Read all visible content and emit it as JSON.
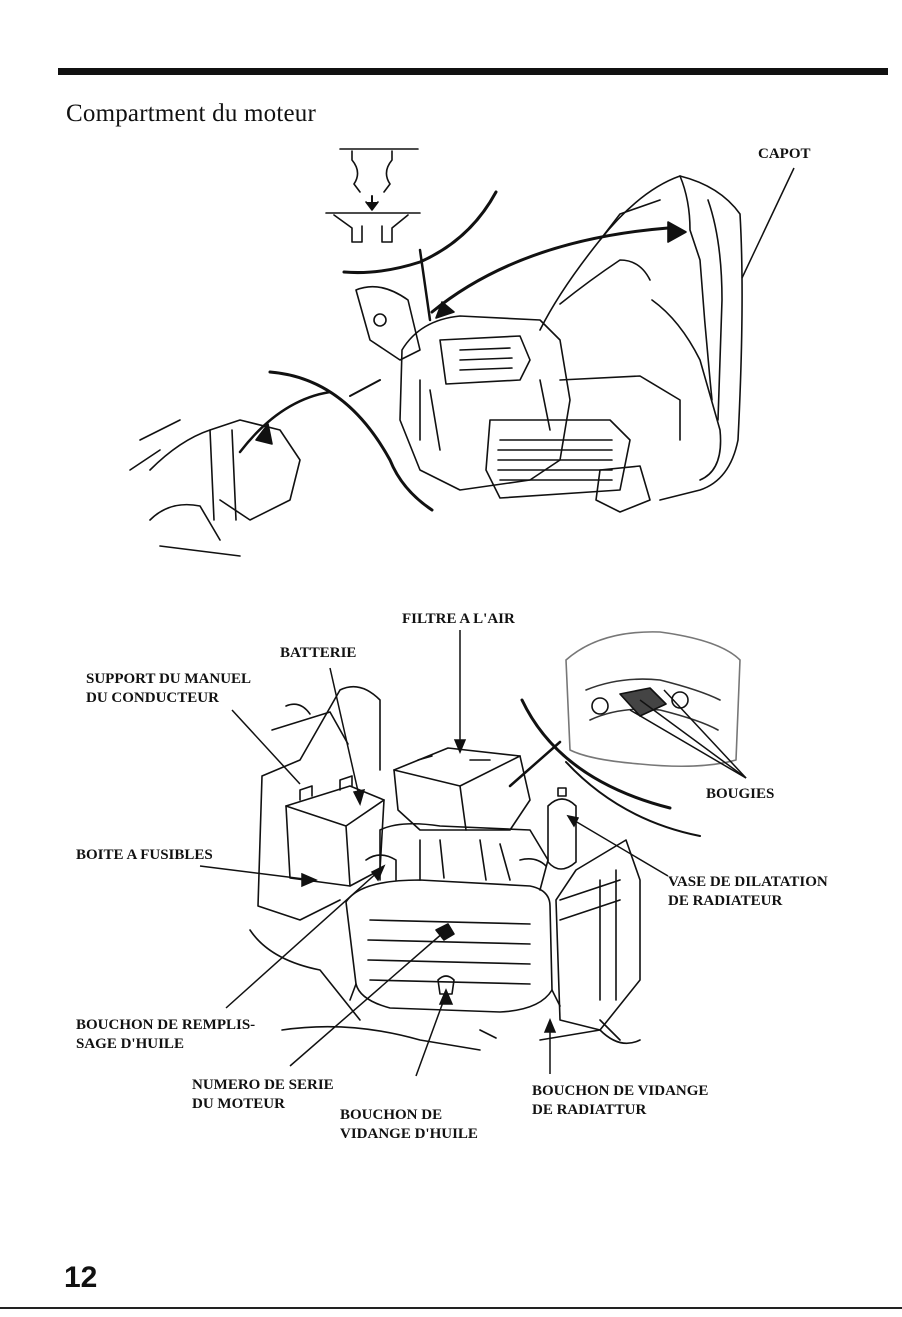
{
  "page": {
    "title": "Compartment du moteur",
    "page_number": "12"
  },
  "labels": {
    "capot": "CAPOT",
    "filtre": "FILTRE A L'AIR",
    "batterie": "BATTERIE",
    "support_line1": "SUPPORT DU MANUEL",
    "support_line2": "DU CONDUCTEUR",
    "bougies": "BOUGIES",
    "boite": "BOITE A FUSIBLES",
    "vase_line1": "VASE DE DILATATION",
    "vase_line2": "DE RADIATEUR",
    "remplis_line1": "BOUCHON DE REMPLIS-",
    "remplis_line2": "SAGE D'HUILE",
    "numero_line1": "NUMERO DE SERIE",
    "numero_line2": "DU MOTEUR",
    "vidange_huile_line1": "BOUCHON DE",
    "vidange_huile_line2": "VIDANGE D'HUILE",
    "vidange_rad_line1": "BOUCHON DE VIDANGE",
    "vidange_rad_line2": "DE RADIATTUR"
  },
  "icons": {
    "hood_illustration": "hood-open-illustration",
    "engine_illustration": "engine-compartment-illustration",
    "clip_detail": "hood-clip-detail",
    "spark_plug_detail": "spark-plug-detail"
  }
}
